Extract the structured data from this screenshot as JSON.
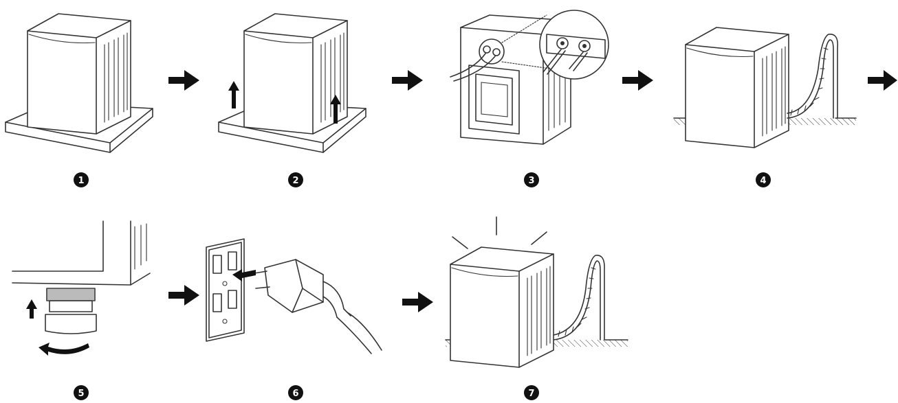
{
  "steps": [
    {
      "label": "1"
    },
    {
      "label": "2"
    },
    {
      "label": "3"
    },
    {
      "label": "4"
    },
    {
      "label": "5"
    },
    {
      "label": "6"
    },
    {
      "label": "7"
    }
  ],
  "colors": {
    "ink": "#333333",
    "badge": "#111111",
    "background": "#ffffff"
  }
}
